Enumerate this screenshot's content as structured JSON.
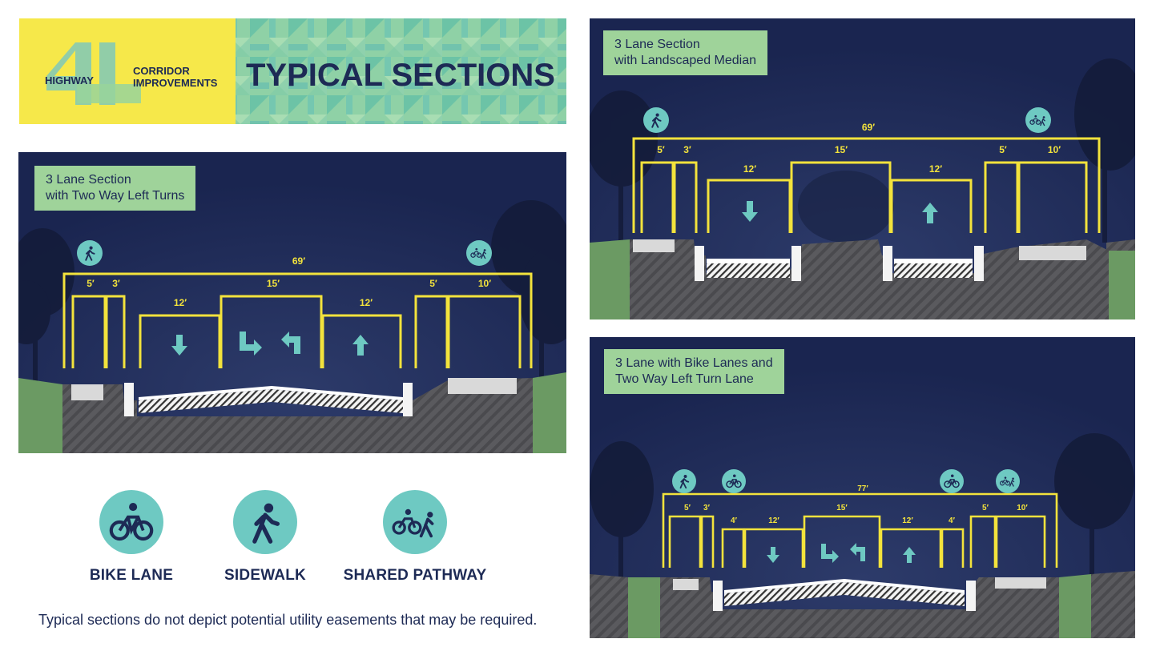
{
  "banner": {
    "logo_number": "41",
    "logo_word": "HIGHWAY",
    "corridor_line1": "CORRIDOR",
    "corridor_line2": "IMPROVEMENTS",
    "title": "TYPICAL SECTIONS"
  },
  "colors": {
    "night_sky": "#1f2b55",
    "dimension_yellow": "#f3e33c",
    "arrow_teal": "#6ec9c2",
    "label_green": "#9fd39a",
    "grass": "#6b9a63",
    "ground": "#5c5c60",
    "text_navy": "#1d2a55",
    "banner_yellow": "#f6e84a"
  },
  "sections": [
    {
      "label": "3 Lane Section\nwith Two Way Left Turns",
      "total": "69′",
      "dims": [
        "5′",
        "3′",
        "12′",
        "15′",
        "12′",
        "5′",
        "10′"
      ],
      "icons": [
        "pedestrian-icon",
        "shared-path-icon"
      ]
    },
    {
      "label": "3 Lane Section\nwith Landscaped Median",
      "total": "69′",
      "dims": [
        "5′",
        "3′",
        "12′",
        "15′",
        "12′",
        "5′",
        "10′"
      ],
      "icons": [
        "pedestrian-icon",
        "shared-path-icon"
      ]
    },
    {
      "label": "3 Lane with Bike Lanes and\nTwo Way Left Turn Lane",
      "total": "77′",
      "dims": [
        "5′",
        "3′",
        "4′",
        "12′",
        "15′",
        "12′",
        "4′",
        "5′",
        "10′"
      ],
      "icons": [
        "pedestrian-icon",
        "bike-icon",
        "bike-icon",
        "shared-path-icon"
      ]
    }
  ],
  "legend": [
    {
      "label": "BIKE LANE",
      "icon": "bike-icon"
    },
    {
      "label": "SIDEWALK",
      "icon": "pedestrian-icon"
    },
    {
      "label": "SHARED PATHWAY",
      "icon": "shared-path-icon"
    }
  ],
  "footnote": "Typical sections do not depict potential utility easements that may be required."
}
